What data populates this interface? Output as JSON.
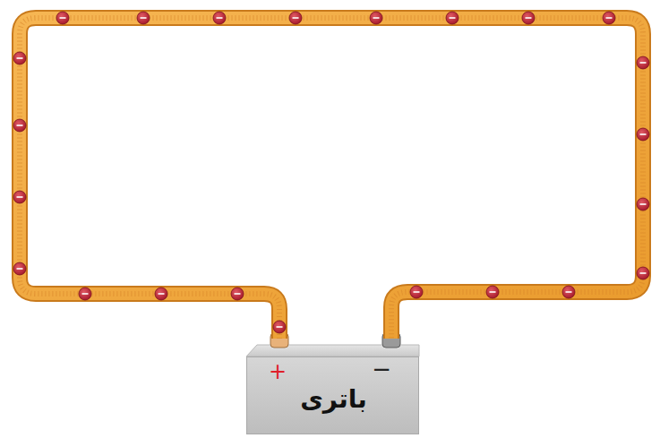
{
  "diagram": {
    "nodes": [
      {
        "text": [
          "+",
          "−",
          "باتری"
        ]
      }
    ]
  }
}
